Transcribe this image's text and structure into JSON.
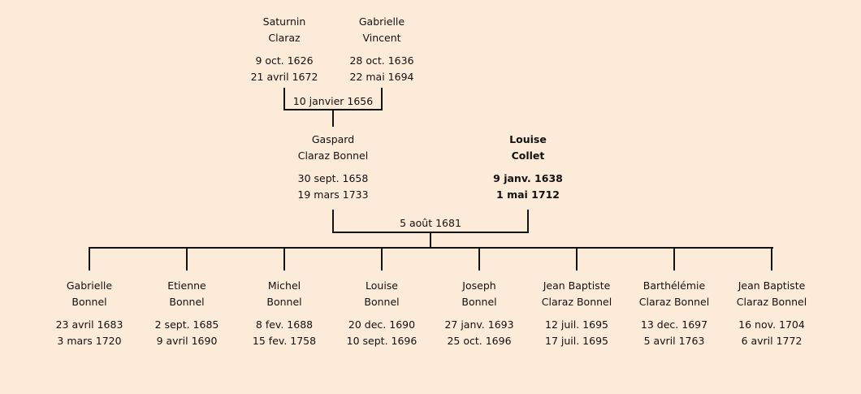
{
  "grandparents": [
    {
      "first": "Saturnin",
      "last": "Claraz",
      "birth": "9 oct. 1626",
      "death": "21 avril 1672",
      "bold": false
    },
    {
      "first": "Gabrielle",
      "last": "Vincent",
      "birth": "28 oct. 1636",
      "death": "22 mai 1694",
      "bold": false
    }
  ],
  "grandparents_marriage": "10 janvier 1656",
  "parents": [
    {
      "first": "Gaspard",
      "last": "Claraz Bonnel",
      "birth": "30 sept. 1658",
      "death": "19 mars 1733",
      "bold": false
    },
    {
      "first": "Louise",
      "last": "Collet",
      "birth": "9 janv. 1638",
      "death": "1 mai 1712",
      "bold": true
    }
  ],
  "parents_marriage": "5 août 1681",
  "children": [
    {
      "first": "Gabrielle",
      "last": "Bonnel",
      "birth": "23 avril 1683",
      "death": "3 mars 1720"
    },
    {
      "first": "Etienne",
      "last": "Bonnel",
      "birth": "2 sept. 1685",
      "death": "9 avril 1690"
    },
    {
      "first": "Michel",
      "last": "Bonnel",
      "birth": "8 fev. 1688",
      "death": "15 fev. 1758"
    },
    {
      "first": "Louise",
      "last": "Bonnel",
      "birth": "20 dec. 1690",
      "death": "10 sept. 1696"
    },
    {
      "first": "Joseph",
      "last": "Bonnel",
      "birth": "27 janv. 1693",
      "death": "25 oct. 1696"
    },
    {
      "first": "Jean Baptiste",
      "last": "Claraz Bonnel",
      "birth": "12 juil. 1695",
      "death": "17 juil. 1695"
    },
    {
      "first": "Barthélémie",
      "last": "Claraz Bonnel",
      "birth": "13 dec. 1697",
      "death": "5 avril 1763"
    },
    {
      "first": "Jean Baptiste",
      "last": "Claraz Bonnel",
      "birth": "16 nov. 1704",
      "death": "6 avril 1772"
    }
  ]
}
